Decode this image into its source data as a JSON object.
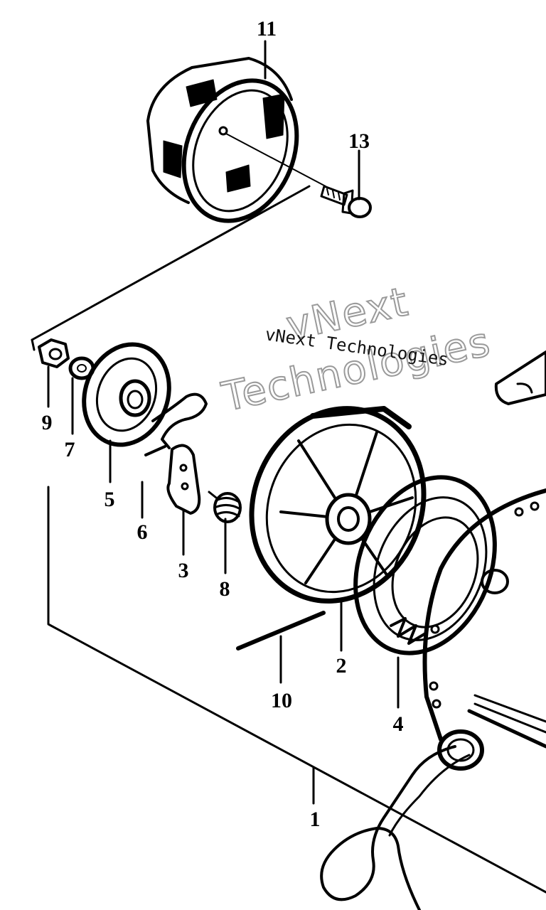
{
  "watermark": {
    "line_main": "vNext Technologies",
    "outline_top": "vNext",
    "outline_bottom": "Technologies"
  },
  "callouts": {
    "p1": "1",
    "p2": "2",
    "p3": "3",
    "p4": "4",
    "p5": "5",
    "p6": "6",
    "p7": "7",
    "p8": "8",
    "p9": "9",
    "p10": "10",
    "p11": "11",
    "p13": "13"
  },
  "colors": {
    "ink": "#000000",
    "paper": "#ffffff",
    "watermark_outline": "#9a9a9a"
  }
}
